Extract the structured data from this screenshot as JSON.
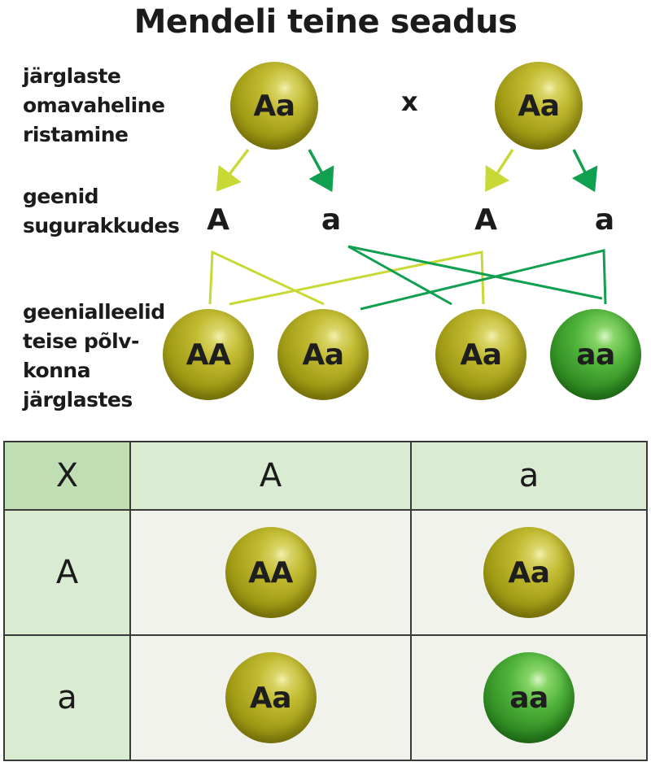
{
  "title": "Mendeli teine seadus",
  "labels": {
    "parents": "järglaste\nomavaheline\nristamine",
    "gametes": "geenid\nsugurakkudes",
    "offspring": "geenialleelid\nteise põlv-\nkonna\njärglastes"
  },
  "parents": {
    "left": "Aa",
    "right": "Aa",
    "cross_symbol": "x"
  },
  "gametes": [
    "A",
    "a",
    "A",
    "a"
  ],
  "offspring": [
    "AA",
    "Aa",
    "Aa",
    "aa"
  ],
  "punnett": {
    "corner": "X",
    "columns": [
      "A",
      "a"
    ],
    "rows": [
      {
        "header": "A",
        "cells": [
          "AA",
          "Aa"
        ]
      },
      {
        "header": "a",
        "cells": [
          "Aa",
          "aa"
        ]
      }
    ]
  },
  "colors": {
    "yellow_line": "#c8d935",
    "green_line": "#10a050",
    "pea_yellow": "#b4ad24",
    "pea_green": "#3da52e"
  }
}
